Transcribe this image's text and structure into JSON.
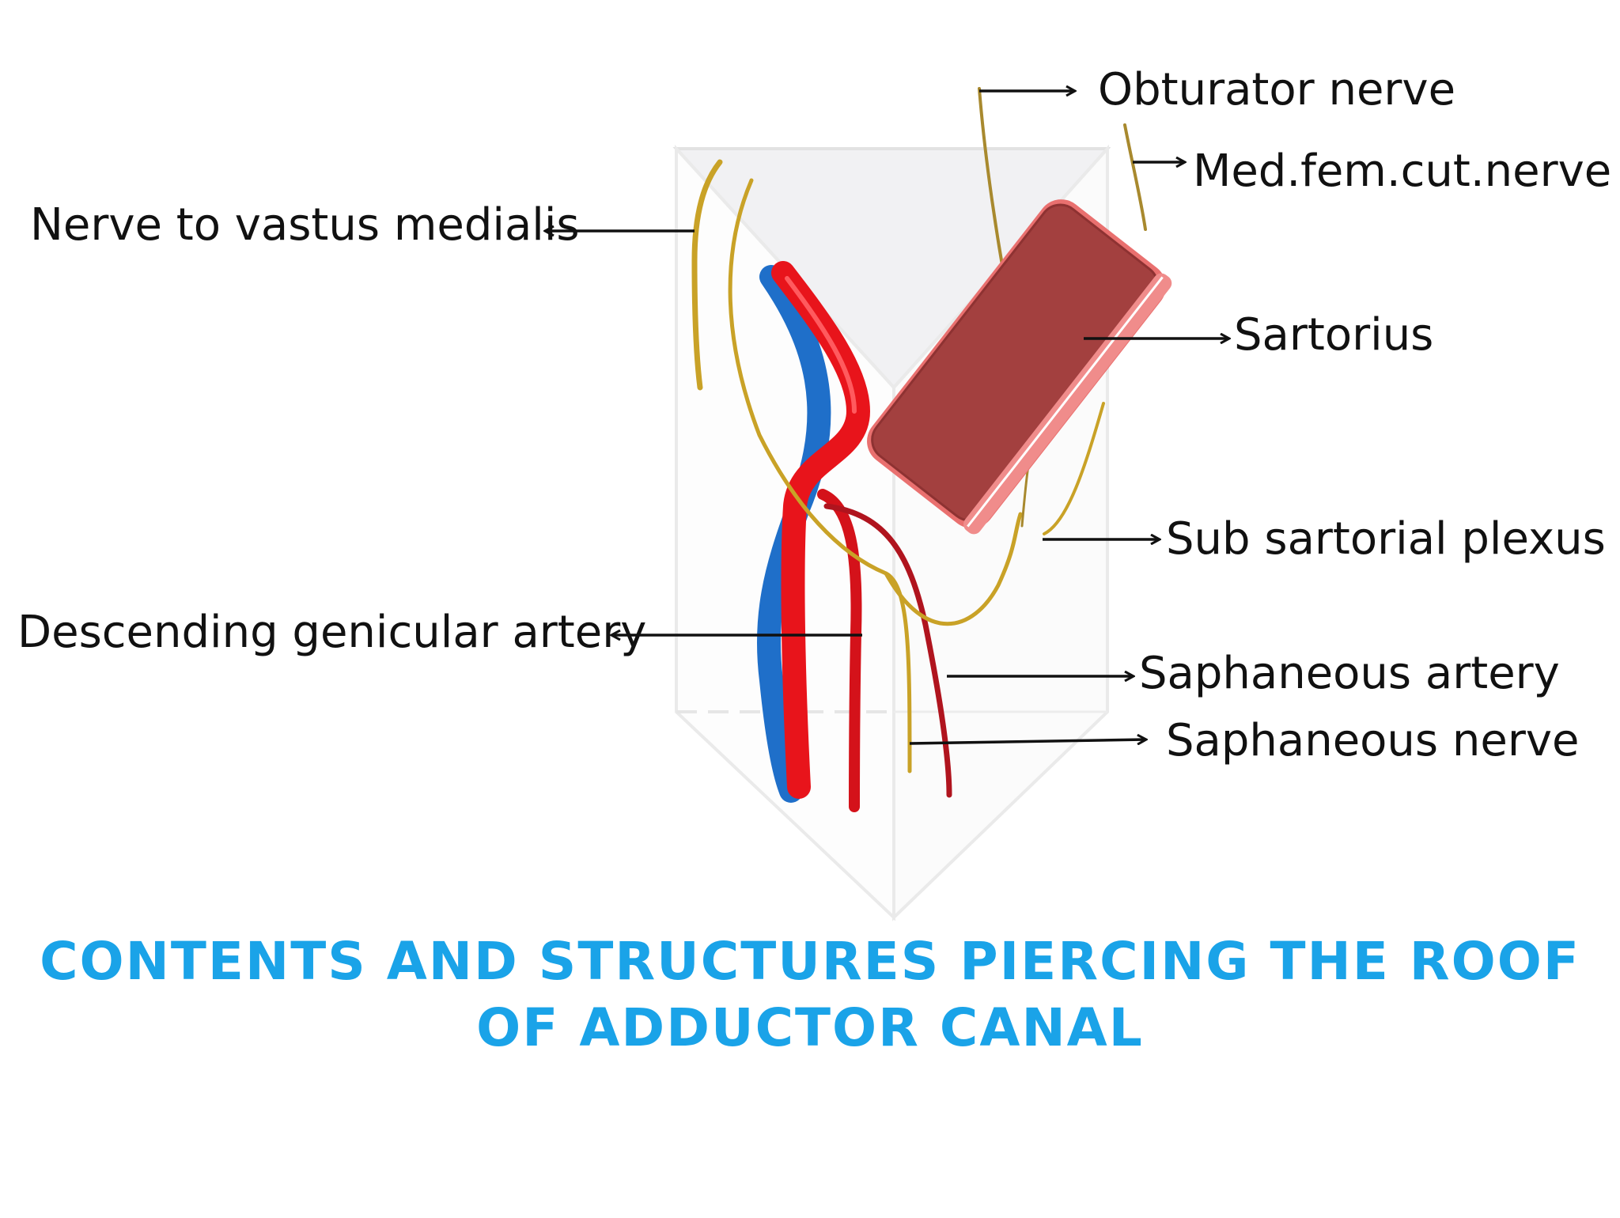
{
  "labels": {
    "obturator_nerve": "Obturator nerve",
    "med_fem_cut_nerve": "Med.fem.cut.nerve",
    "nerve_to_vastus_medialis": "Nerve to vastus medialis",
    "sartorius": "Sartorius",
    "sub_sartorial_plexus": "Sub sartorial plexus",
    "descending_genicular_artery": "Descending genicular artery",
    "saphaneous_artery": "Saphaneous artery",
    "saphaneous_nerve": "Saphaneous nerve"
  },
  "title": {
    "line1": "CONTENTS AND STRUCTURES PIERCING THE ROOF",
    "line2": "OF ADDUCTOR CANAL"
  },
  "colors": {
    "title": "#1aa3e8",
    "artery": "#e8141b",
    "dark_artery": "#b0141e",
    "vein": "#1f6fc9",
    "nerve": "#c9a227",
    "muscle": "#a3403f",
    "muscle_edge": "#e9706f",
    "canal_outline": "#e6e6e6",
    "canal_roof": "#f0f0f2"
  }
}
